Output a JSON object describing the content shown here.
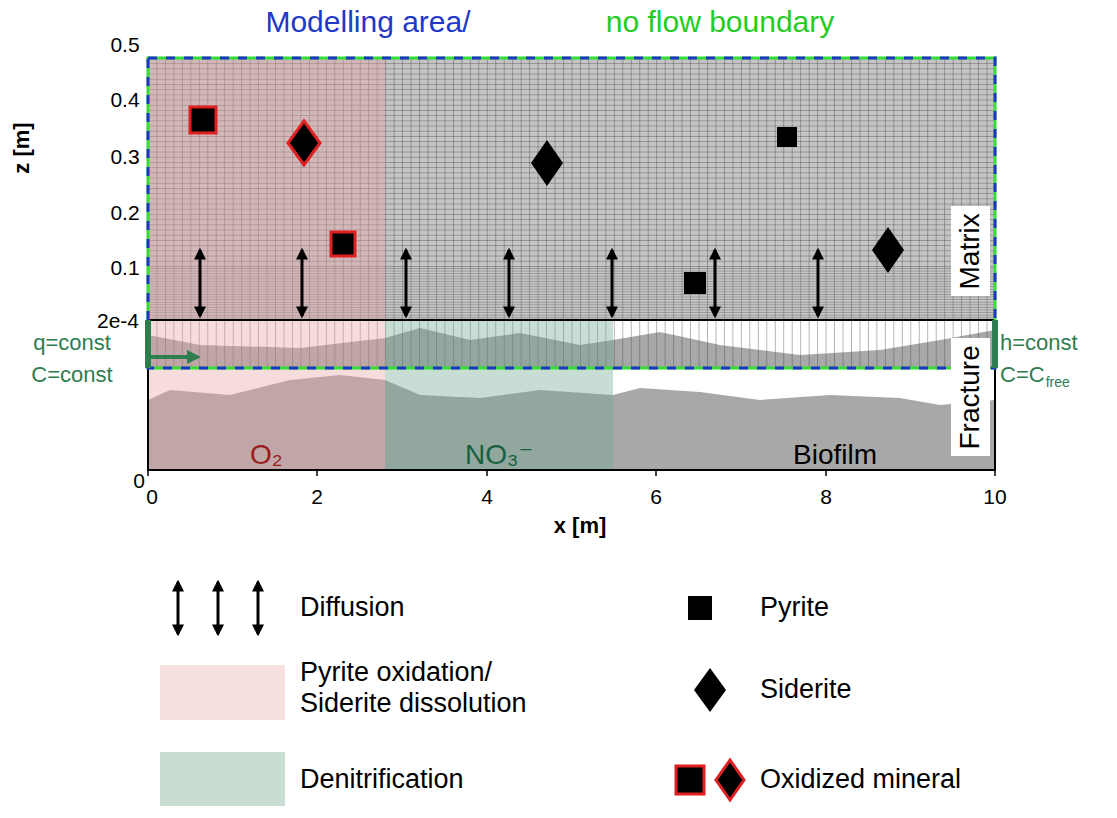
{
  "diagram": {
    "title": "Modelling area/",
    "nodes": [
      {
        "text": [
          "Matrix"
        ]
      },
      {
        "text": [
          "Fracture"
        ]
      },
      {
        "text": [
          "O₂"
        ]
      },
      {
        "text": [
          "NO₃⁻"
        ]
      },
      {
        "text": [
          "Biofilm"
        ]
      }
    ],
    "labels": [
      "no flow boundary",
      "z [m]",
      "0.5",
      "0.4",
      "0.3",
      "0.2",
      "0.1",
      "2e-4",
      "0",
      "0",
      "2",
      "4",
      "6",
      "8",
      "10",
      "x [m]",
      "q=const",
      "C=const",
      "h=const",
      "C=C",
      "free"
    ],
    "legend": [
      {
        "text": "Diffusion"
      },
      {
        "text": "Pyrite"
      },
      {
        "text": "Pyrite oxidation/ Siderite dissolution",
        "color": "#f6e0e0"
      },
      {
        "text": "Siderite"
      },
      {
        "text": "Denitrification",
        "color": "#c9ddd3"
      },
      {
        "text": "Oxidized mineral"
      }
    ]
  }
}
